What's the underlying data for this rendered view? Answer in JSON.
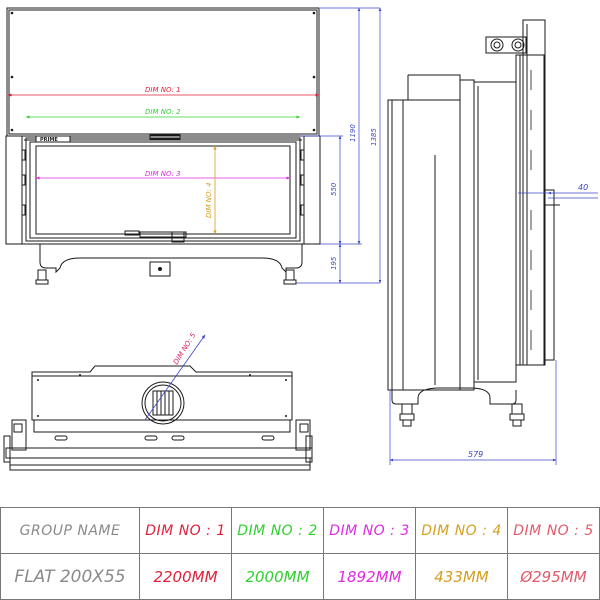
{
  "drawing": {
    "front_view": {
      "dim1_label": "DIM NO: 1",
      "dim2_label": "DIM NO: 2",
      "dim3_label": "DIM NO: 3",
      "dim4_label": "DIM NO: 4",
      "height_total_a": "1190",
      "height_total_b": "1385",
      "height_glass": "550",
      "height_base": "195",
      "brand_text": "PRIME"
    },
    "top_view": {
      "dim5_label": "DIM NO: 5"
    },
    "side_view": {
      "depth": "579",
      "offset": "40"
    },
    "colors": {
      "line": "#1a1a1a",
      "dim1": "#e0203a",
      "dim2": "#2fd02f",
      "dim3": "#e02ce0",
      "dim4": "#d4a020",
      "dim5": "#d81b60",
      "blue": "#3b46c8"
    }
  },
  "table": {
    "headers": [
      "GROUP NAME",
      "DIM NO : 1",
      "DIM NO : 2",
      "DIM NO : 3",
      "DIM NO : 4",
      "DIM NO : 5"
    ],
    "values": [
      "FLAT 200X55",
      "2200MM",
      "2000MM",
      "1892MM",
      "433MM",
      "Ø295MM"
    ],
    "header_colors": [
      "#8a8a8a",
      "#e0203a",
      "#2fd02f",
      "#e02ce0",
      "#d4a020",
      "#e05a6a"
    ]
  }
}
